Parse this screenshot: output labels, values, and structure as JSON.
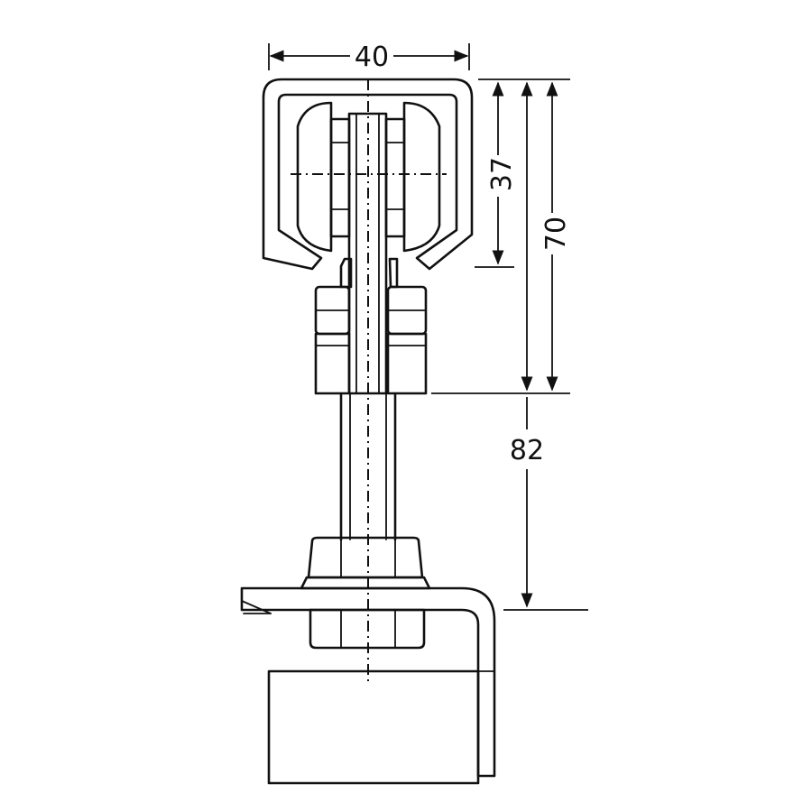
{
  "dimensions": {
    "width": "40",
    "rail_height": "37",
    "overall_height": "70",
    "hanger_length": "82"
  }
}
